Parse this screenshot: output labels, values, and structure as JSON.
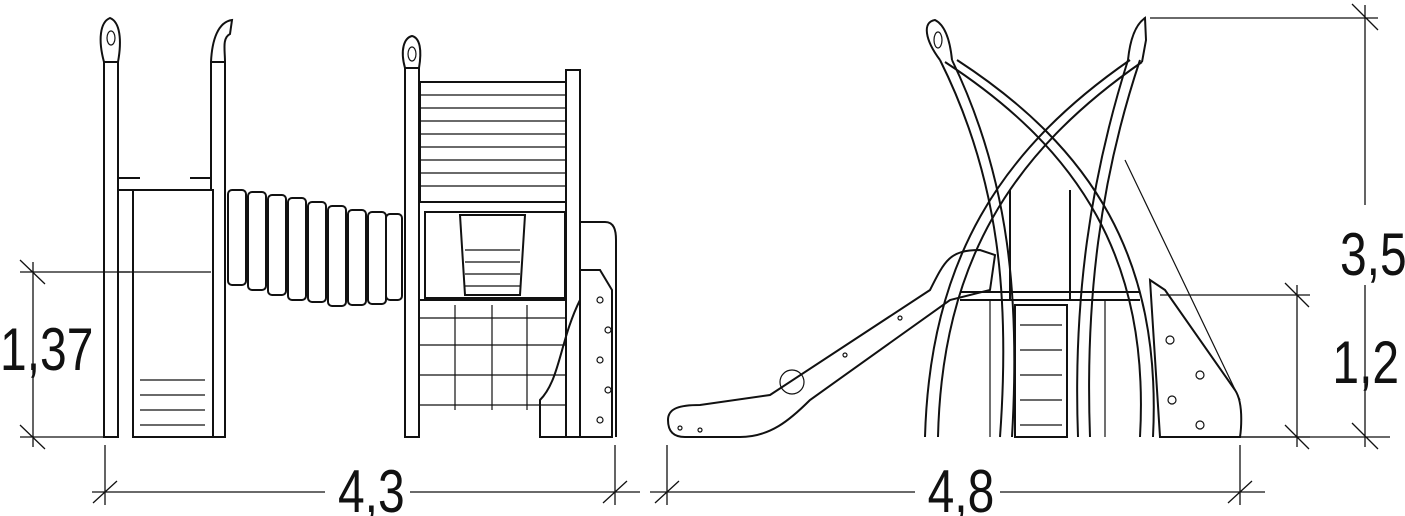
{
  "dimensions": {
    "height_left": "1,37",
    "width_left": "4,3",
    "width_right": "4,8",
    "platform_height_right": "1,2",
    "total_height_right": "3,5"
  },
  "colors": {
    "line": "#111111",
    "background": "#ffffff"
  }
}
